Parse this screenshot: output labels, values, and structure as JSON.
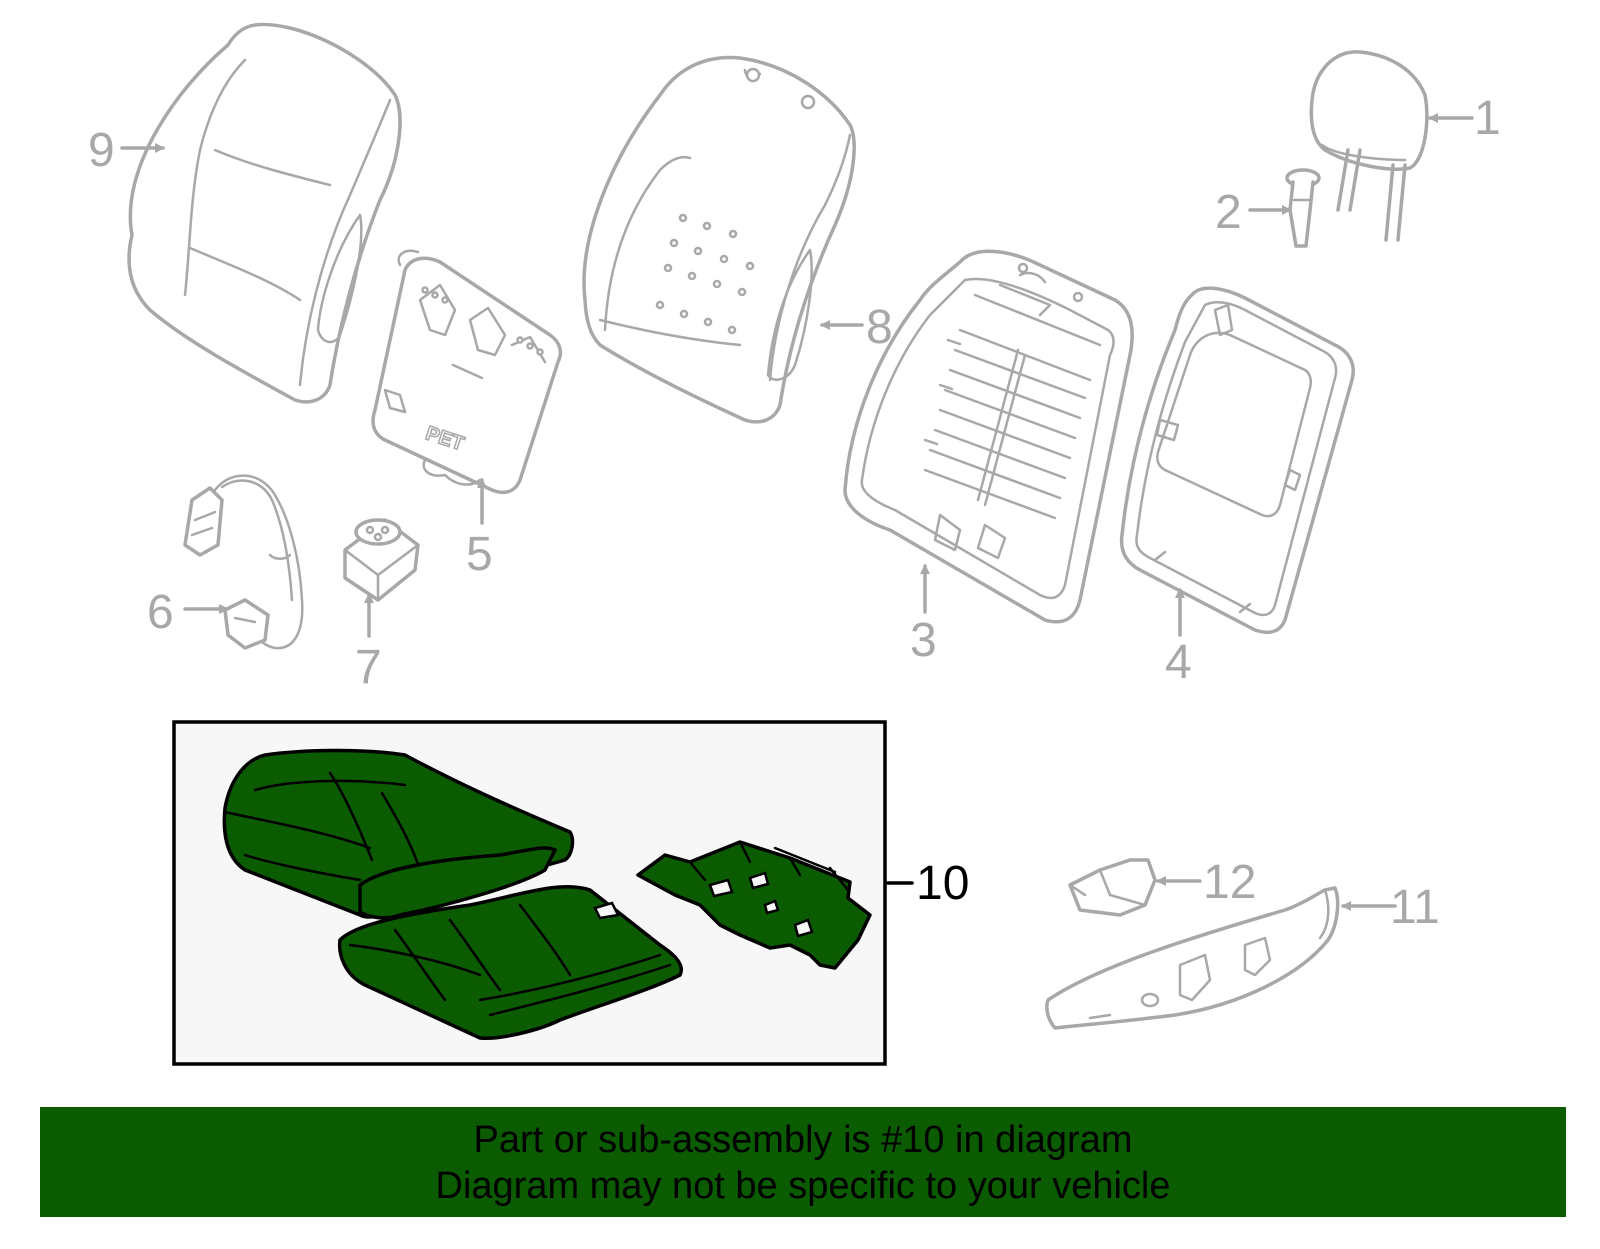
{
  "diagram": {
    "callouts": [
      "1",
      "2",
      "3",
      "4",
      "5",
      "6",
      "7",
      "8",
      "9",
      "10",
      "11",
      "12"
    ],
    "selected_callout": "10",
    "part_marking": "PET",
    "colors": {
      "selected_fill": "#0b5b00",
      "unselected_stroke": "#a8a8a8",
      "selected_box_bg": "#f7f7f7",
      "banner_bg": "#0b5b00"
    }
  },
  "banner": {
    "line1": "Part or sub-assembly is #10 in diagram",
    "line2": "Diagram may not be specific to your vehicle"
  }
}
